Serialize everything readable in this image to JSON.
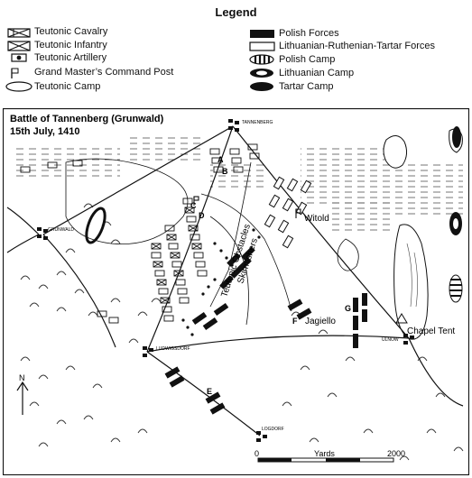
{
  "legend": {
    "title": "Legend",
    "items_left": [
      {
        "label": "Teutonic Cavalry",
        "icon": "teutonic-cavalry-icon"
      },
      {
        "label": "Teutonic Infantry",
        "icon": "teutonic-infantry-icon"
      },
      {
        "label": "Teutonic Artillery",
        "icon": "teutonic-artillery-icon"
      },
      {
        "label": "Grand Master’s Command Post",
        "icon": "command-post-flag-icon"
      },
      {
        "label": "Teutonic Camp",
        "icon": "teutonic-camp-icon"
      }
    ],
    "items_right": [
      {
        "label": "Polish Forces",
        "icon": "polish-forces-icon"
      },
      {
        "label": "Lithuanian-Ruthenian-Tartar Forces",
        "icon": "lithuanian-forces-icon"
      },
      {
        "label": "Polish Camp",
        "icon": "polish-camp-icon"
      },
      {
        "label": "Lithuanian Camp",
        "icon": "lithuanian-camp-icon"
      },
      {
        "label": "Tartar Camp",
        "icon": "tartar-camp-icon"
      }
    ]
  },
  "map": {
    "title_line1": "Battle of Tannenberg (Grunwald)",
    "title_line2": "15th July, 1410",
    "places": {
      "tannenberg": "TANNENBERG",
      "grunwald": "GRUNWALD",
      "ludwigsdorf": "LUDWIGSDORF",
      "ulnow": "ULNOW",
      "logdorf": "LOGDORF"
    },
    "labels": {
      "witold": "Witold",
      "jagiello": "Jagiello",
      "chapel_tent": "Chapel Tent",
      "obstacles": "Teutonic Obstacles",
      "skirmishers": "Skirmishers"
    },
    "letters": [
      "A",
      "B",
      "C",
      "D",
      "E",
      "F",
      "G"
    ],
    "scale": {
      "start": "0",
      "unit": "Yards",
      "end": "2000"
    },
    "north": "N"
  },
  "colors": {
    "ink": "#111111",
    "paper": "#ffffff"
  }
}
